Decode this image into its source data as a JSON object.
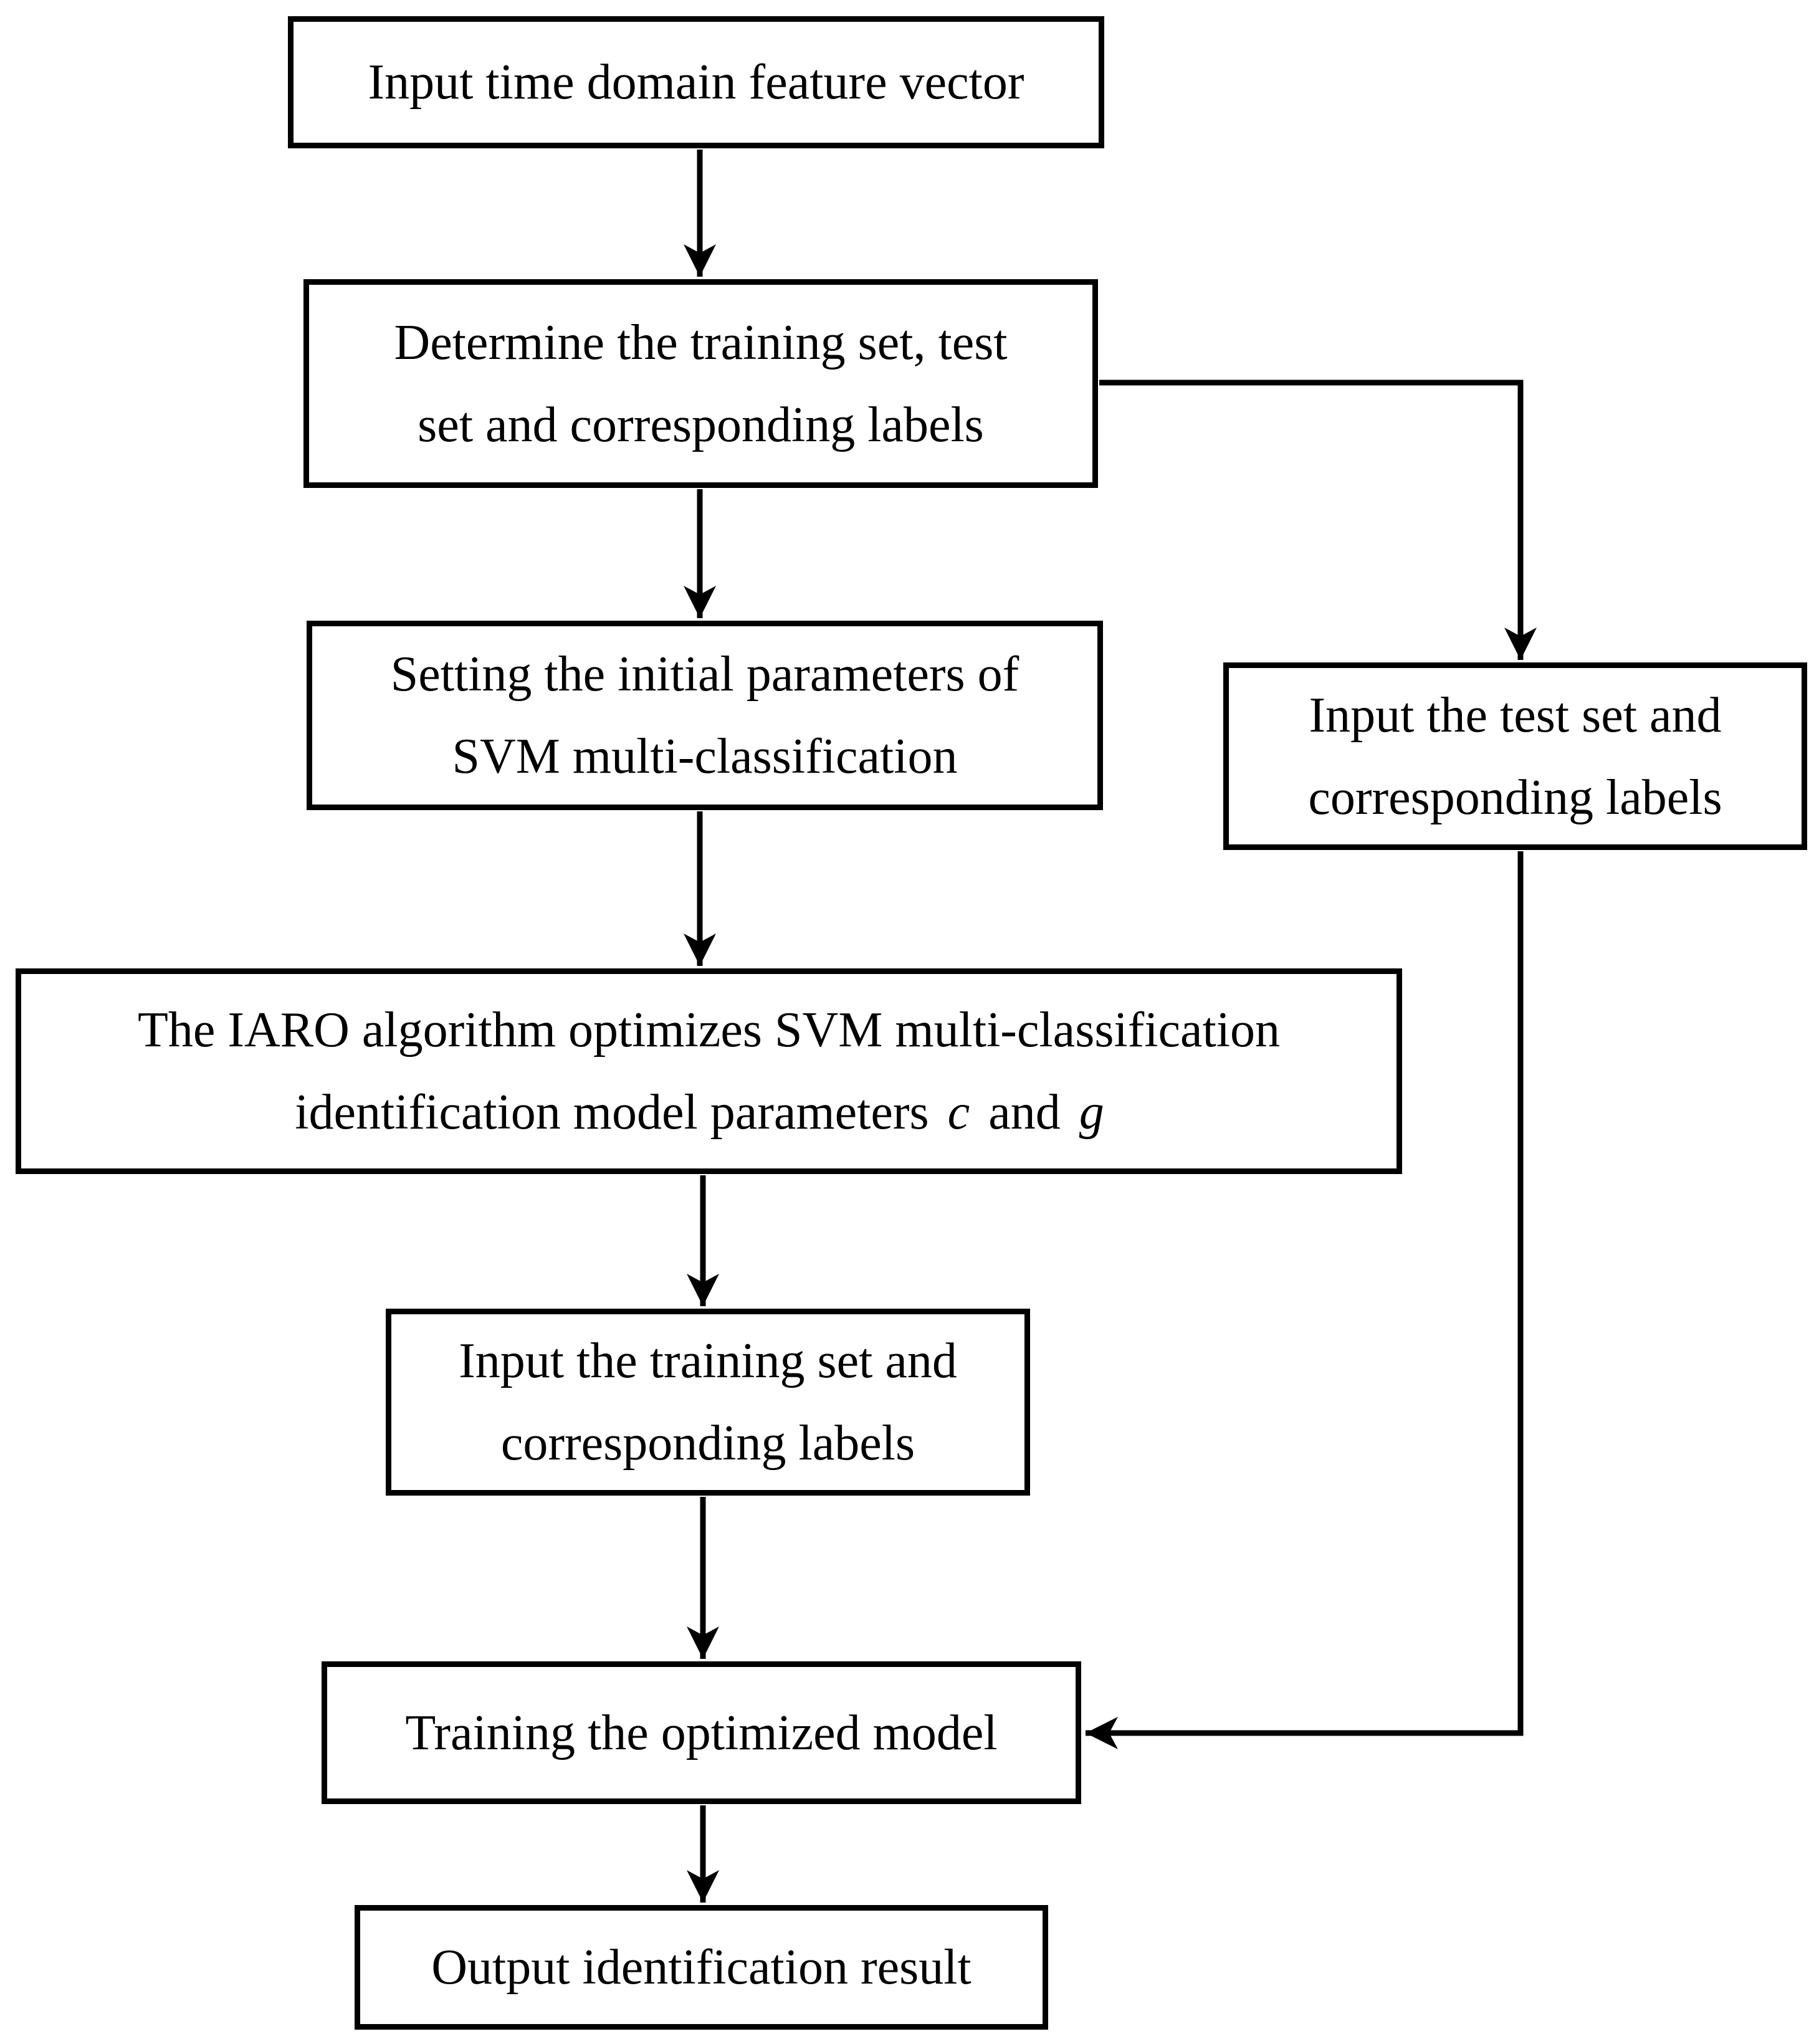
{
  "flowchart": {
    "background_color": "#ffffff",
    "line_color": "#000000",
    "text_color": "#000000",
    "boxes": {
      "input_vector": {
        "line1": "Input time domain feature vector"
      },
      "determine_sets": {
        "line1": "Determine the training set, test",
        "line2": "set and corresponding labels"
      },
      "setting_params": {
        "line1": "Setting the initial parameters of",
        "line2": "SVM multi-classification"
      },
      "iaro_optimize": {
        "line1": "The IARO algorithm optimizes SVM multi-classification",
        "line2_prefix": "identification model parameters",
        "line2_var1": "c",
        "line2_mid": "and",
        "line2_var2": "g"
      },
      "input_test": {
        "line1": "Input the test set and",
        "line2": "corresponding labels"
      },
      "input_training": {
        "line1": "Input the training set and",
        "line2": "corresponding labels"
      },
      "training_model": {
        "line1": "Training the optimized model"
      },
      "output_result": {
        "line1": "Output identification result"
      }
    },
    "edges": [
      {
        "from": "input_vector",
        "to": "determine_sets"
      },
      {
        "from": "determine_sets",
        "to": "setting_params"
      },
      {
        "from": "determine_sets",
        "to": "input_test"
      },
      {
        "from": "setting_params",
        "to": "iaro_optimize"
      },
      {
        "from": "iaro_optimize",
        "to": "input_training"
      },
      {
        "from": "input_training",
        "to": "training_model"
      },
      {
        "from": "input_test",
        "to": "training_model"
      },
      {
        "from": "training_model",
        "to": "output_result"
      }
    ]
  }
}
